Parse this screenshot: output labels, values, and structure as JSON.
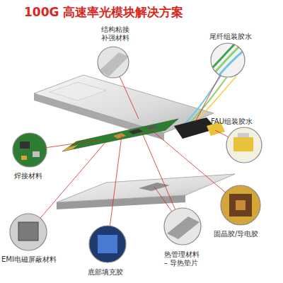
{
  "diagram": {
    "title": "100G 高速率光模块解决方案",
    "labels": [
      "结构粘接 补强材料",
      "尾纤组装胶水",
      "FAU组装胶水",
      "焊接材料",
      "固晶胶/导电胶",
      "EMI电磁屏蔽材料",
      "热管理材料 – 导热垫片",
      "底部填充胶"
    ]
  }
}
